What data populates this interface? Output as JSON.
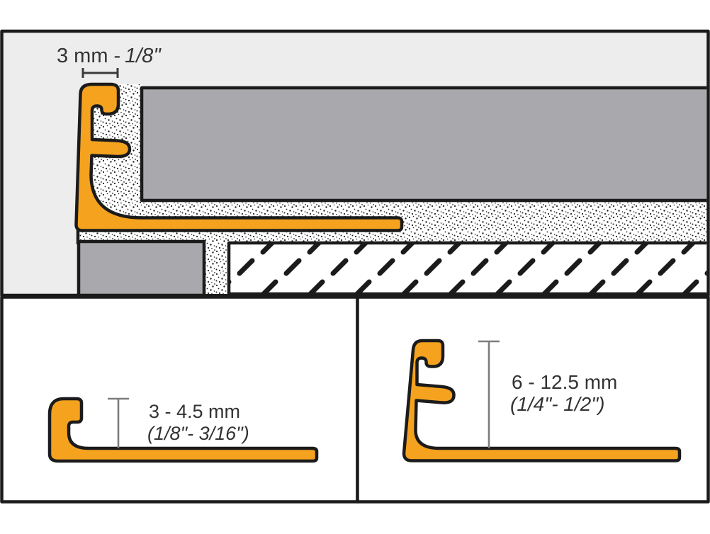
{
  "top_panel": {
    "dimension_label_metric": "3 mm - ",
    "dimension_label_imperial": "1/8\""
  },
  "bottom_left_panel": {
    "dimension_label_metric": "3 - 4.5 mm",
    "dimension_label_imperial": "(1/8\"- 3/16\")"
  },
  "bottom_right_panel": {
    "dimension_label_metric": "6 - 12.5 mm",
    "dimension_label_imperial": "(1/4\"- 1/2\")"
  },
  "colors": {
    "profile_orange": "#F5A21F",
    "tile_gray": "#A9A9AD",
    "panel_background": "#EDEDEE",
    "outline_black": "#1B1B1B",
    "dimension_gray": "#7D7D7D",
    "white": "#FFFFFF"
  }
}
